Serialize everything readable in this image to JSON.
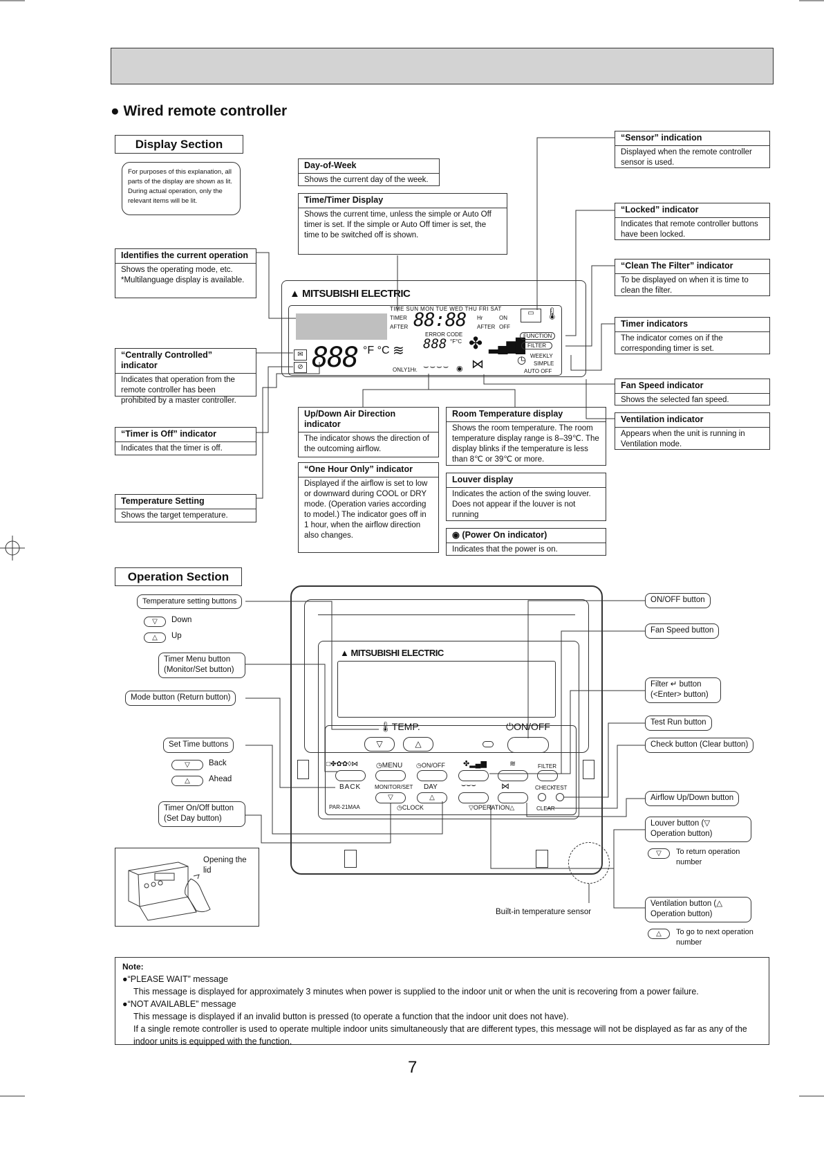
{
  "page_title": "Wired remote controller",
  "display_section": {
    "title": "Display Section",
    "note": "For purposes of this explanation, all parts of the display are shown as lit. During actual operation, only the relevant items will be lit.",
    "callouts": {
      "day_of_week": {
        "title": "Day-of-Week",
        "text": "Shows the current day of the week."
      },
      "time_timer": {
        "title": "Time/Timer Display",
        "text": "Shows the current time, unless the simple or Auto Off timer is set. If the simple or Auto Off timer is set, the time to be switched off is shown."
      },
      "current_operation": {
        "title": "Identifies the current operation",
        "text": "Shows the operating mode, etc. *Multilanguage display is available."
      },
      "centrally_controlled": {
        "title": "“Centrally Controlled” indicator",
        "text": "Indicates that operation from the remote controller has been prohibited by a master controller."
      },
      "timer_off": {
        "title": "“Timer is Off” indicator",
        "text": "Indicates that the timer is off."
      },
      "temperature_setting": {
        "title": "Temperature Setting",
        "text": "Shows the target temperature."
      },
      "up_down_air": {
        "title": "Up/Down Air Direction indicator",
        "text": "The indicator shows the direction of the outcoming airflow."
      },
      "one_hour_only": {
        "title": "“One Hour Only” indicator",
        "text": "Displayed if the airflow is set to low or downward during COOL or DRY mode. (Operation varies according to model.) The indicator goes off in 1 hour, when the airflow direction also changes."
      },
      "room_temp": {
        "title": "Room Temperature display",
        "text": "Shows the room temperature. The room temperature display range is 8–39℃. The display blinks if the temperature is less than 8℃ or 39℃ or more."
      },
      "louver_display": {
        "title": "Louver display",
        "text": "Indicates the action of the swing louver. Does not appear if the louver is not running"
      },
      "power_on": {
        "title": "(Power On indicator)",
        "text": "Indicates that the power is on."
      },
      "sensor": {
        "title": "“Sensor” indication",
        "text": "Displayed when the remote controller sensor is used."
      },
      "locked": {
        "title": "“Locked” indicator",
        "text": "Indicates that remote controller buttons have been locked."
      },
      "clean_filter": {
        "title": "“Clean The Filter” indicator",
        "text": "To be displayed on when it is time to clean the filter."
      },
      "timer_indicators": {
        "title": "Timer indicators",
        "text": "The indicator comes on if the corresponding timer is set."
      },
      "fan_speed": {
        "title": "Fan Speed indicator",
        "text": "Shows the selected fan speed."
      },
      "ventilation": {
        "title": "Ventilation indicator",
        "text": "Appears when the unit is running in Ventilation mode."
      }
    },
    "lcd": {
      "brand": "MITSUBISHI ELECTRIC",
      "days": "TIME SUN MON TUE WED THU FRI SAT",
      "timer": "TIMER",
      "after": "AFTER",
      "hr": "Hr",
      "on": "ON",
      "after2": "AFTER",
      "off": "OFF",
      "error_code": "ERROR CODE",
      "function": "FUNCTION",
      "filter": "FILTER",
      "weekly": "WEEKLY",
      "simple": "SIMPLE",
      "auto_off": "AUTO OFF",
      "only1hr": "ONLY1Hr.",
      "unit": "°F °C",
      "unit_small": "°F°C",
      "big_digits": "888",
      "time_digits": "88:88",
      "small_digits": "888"
    }
  },
  "operation_section": {
    "title": "Operation Section",
    "labels": {
      "temp_buttons": "Temperature setting buttons",
      "down": "Down",
      "up": "Up",
      "timer_menu": "Timer Menu button (Monitor/Set button)",
      "mode": "Mode button (Return button)",
      "set_time": "Set Time buttons",
      "back": "Back",
      "ahead": "Ahead",
      "timer_onoff": "Timer On/Off button (Set Day button)",
      "opening_lid": "Opening the lid",
      "onoff": "ON/OFF button",
      "fan_speed": "Fan Speed button",
      "filter": "Filter ↵ button (<Enter> button)",
      "test_run": "Test Run button",
      "check": "Check button (Clear button)",
      "airflow": "Airflow Up/Down button",
      "louver": "Louver button (▽ Operation button)",
      "to_return": "To return operation number",
      "ventilation": "Ventilation button (△ Operation button)",
      "to_next": "To go to next operation number",
      "sensor": "Built-in temperature sensor"
    },
    "panel": {
      "brand": "MITSUBISHI ELECTRIC",
      "temp": "TEMP.",
      "onoff": "ON/OFF",
      "menu": "MENU",
      "onoff2": "ON/OFF",
      "back": "BACK",
      "monitor_set": "MONITOR/SET",
      "day": "DAY",
      "clock": "CLOCK",
      "operation": "▽OPERATION△",
      "filter": "FILTER",
      "check": "CHECK",
      "test": "TEST",
      "clear": "CLEAR",
      "model": "PAR-21MAA"
    }
  },
  "note": {
    "title": "Note:",
    "items": [
      {
        "head": "“PLEASE WAIT” message",
        "text": "This message is displayed for approximately 3 minutes when power is supplied to the indoor unit or when the unit is recovering from a power failure."
      },
      {
        "head": "“NOT AVAILABLE” message",
        "text": "This message is displayed if an invalid button is pressed (to operate a function that the indoor unit does not have).",
        "text2": "If a single remote controller is used to operate multiple indoor units simultaneously that are different types, this message will not be displayed as far as any of the indoor units is equipped with the function."
      }
    ]
  },
  "page_number": "7"
}
